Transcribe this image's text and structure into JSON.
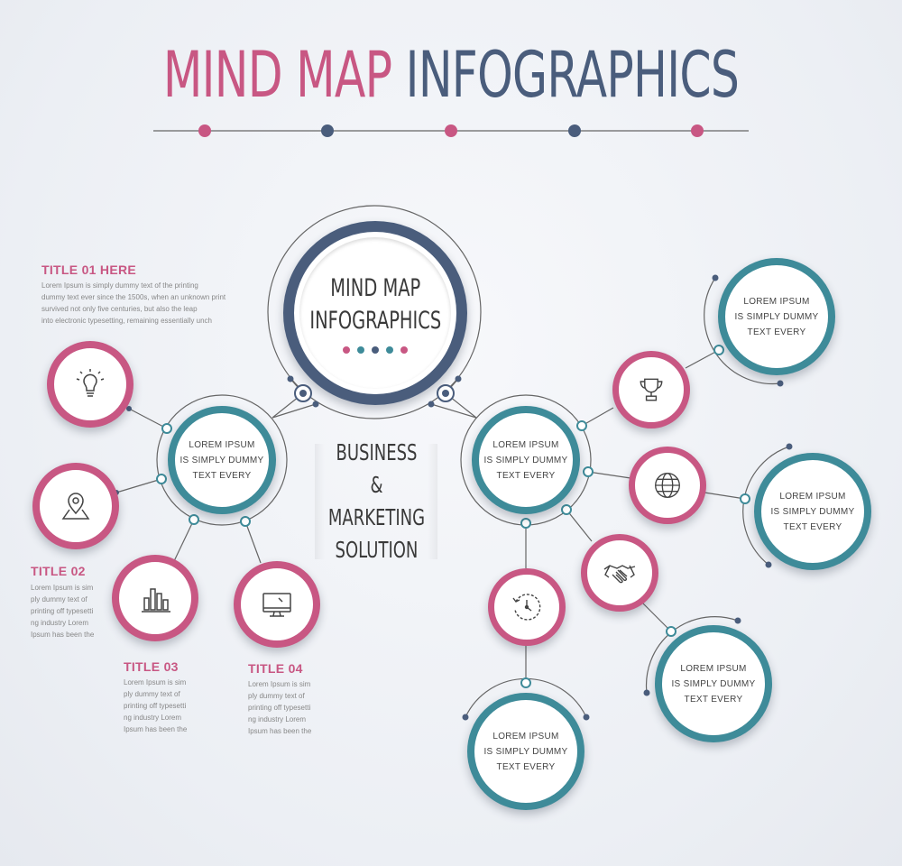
{
  "colors": {
    "pink": "#c85783",
    "teal": "#3e8b99",
    "navy": "#4a5d7c",
    "line": "#666666"
  },
  "header": {
    "title_part1": "MIND MAP",
    "title_part2": "INFOGRAPHICS"
  },
  "hub": {
    "text": "MIND MAP\nINFOGRAPHICS"
  },
  "business": {
    "text": "BUSINESS &\nMARKETING\nSOLUTION"
  },
  "nodes": {
    "left_center": "LOREM IPSUM\nIS SIMPLY DUMMY\nTEXT EVERY",
    "right_center": "LOREM IPSUM\nIS SIMPLY DUMMY\nTEXT EVERY",
    "right_top": "LOREM IPSUM\nIS SIMPLY DUMMY\nTEXT EVERY",
    "right_middle": "LOREM IPSUM\nIS SIMPLY DUMMY\nTEXT EVERY",
    "right_lower": "LOREM IPSUM\nIS SIMPLY DUMMY\nTEXT EVERY",
    "bottom": "LOREM IPSUM\nIS SIMPLY DUMMY\nTEXT EVERY"
  },
  "icons": {
    "lightbulb": "lightbulb-icon",
    "location": "location-pin-icon",
    "chart": "bar-chart-icon",
    "monitor": "monitor-icon",
    "trophy": "trophy-icon",
    "globe": "globe-icon",
    "handshake": "handshake-icon",
    "clock": "clock-icon"
  },
  "sections": [
    {
      "title": "TITLE 01 HERE",
      "body": "Lorem Ipsum is simply dummy text of the printing\ndummy text ever since the 1500s, when an unknown print\nsurvived not only five centuries, but also the leap\ninto electronic typesetting, remaining essentially unch"
    },
    {
      "title": "TITLE 02",
      "body": "Lorem Ipsum is sim\nply dummy text of\nprinting off typesetti\nng industry Lorem\nIpsum has been the"
    },
    {
      "title": "TITLE 03",
      "body": "Lorem Ipsum is sim\nply dummy text of\nprinting off typesetti\nng industry Lorem\nIpsum has been the"
    },
    {
      "title": "TITLE 04",
      "body": "Lorem Ipsum is sim\nply dummy text of\nprinting off typesetti\nng industry Lorem\nIpsum has been the"
    }
  ]
}
